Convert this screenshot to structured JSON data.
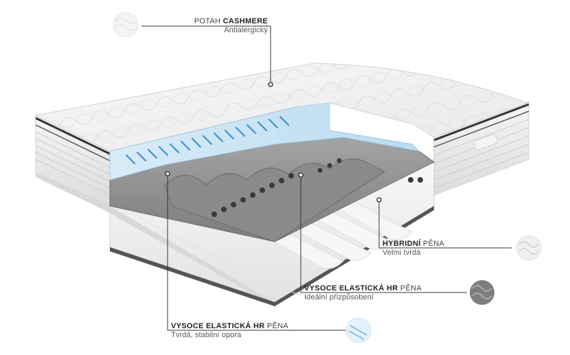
{
  "labels": {
    "cover": {
      "light": "POTAH ",
      "bold": "CASHMERE",
      "sub": "Antialergický"
    },
    "hybrid": {
      "bold": "HYBRIDNÍ",
      "light": " PĚNA",
      "sub": "Velmi tvrdá"
    },
    "hr_mid": {
      "bold": "VYSOCE ELASTICKÁ HR",
      "light": " PĚNA",
      "sub": "Ideální přizpůsobení"
    },
    "hr_bottom": {
      "bold": "VYSOCE ELASTICKÁ HR",
      "light": " PĚNA",
      "sub": "Tvrdá, stabilní opora"
    }
  },
  "icons": {
    "cover_swatch": "quilted-fabric-icon",
    "hybrid_swatch": "white-foam-icon",
    "hr_mid_swatch": "grey-foam-icon",
    "hr_bottom_swatch": "blue-foam-icon"
  },
  "colors": {
    "quilt": "#f3f3f3",
    "blue_foam": "#cfe6f4",
    "grey_foam": "#8e8e8e",
    "white_foam": "#f1f1f1",
    "leader_line": "#333333"
  }
}
